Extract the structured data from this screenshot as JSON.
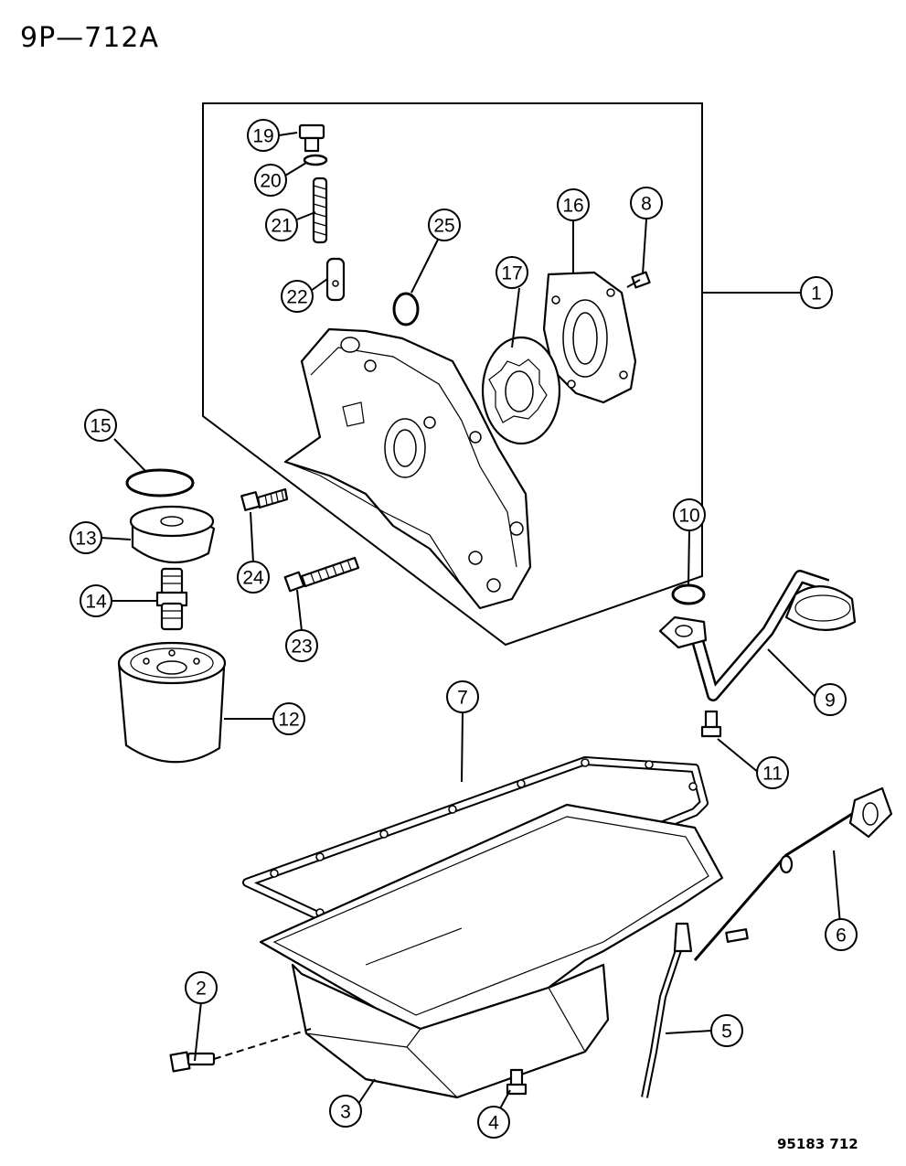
{
  "header": {
    "page_code": "9P—712A"
  },
  "footer": {
    "drawing_number": "95183 712"
  },
  "callouts": [
    {
      "id": "1",
      "label": "1"
    },
    {
      "id": "2",
      "label": "2"
    },
    {
      "id": "3",
      "label": "3"
    },
    {
      "id": "4",
      "label": "4"
    },
    {
      "id": "5",
      "label": "5"
    },
    {
      "id": "6",
      "label": "6"
    },
    {
      "id": "7",
      "label": "7"
    },
    {
      "id": "8",
      "label": "8"
    },
    {
      "id": "9",
      "label": "9"
    },
    {
      "id": "10",
      "label": "10"
    },
    {
      "id": "11",
      "label": "11"
    },
    {
      "id": "12",
      "label": "12"
    },
    {
      "id": "13",
      "label": "13"
    },
    {
      "id": "14",
      "label": "14"
    },
    {
      "id": "15",
      "label": "15"
    },
    {
      "id": "16",
      "label": "16"
    },
    {
      "id": "17",
      "label": "17"
    },
    {
      "id": "19",
      "label": "19"
    },
    {
      "id": "20",
      "label": "20"
    },
    {
      "id": "21",
      "label": "21"
    },
    {
      "id": "22",
      "label": "22"
    },
    {
      "id": "23",
      "label": "23"
    },
    {
      "id": "24",
      "label": "24"
    },
    {
      "id": "25",
      "label": "25"
    }
  ]
}
